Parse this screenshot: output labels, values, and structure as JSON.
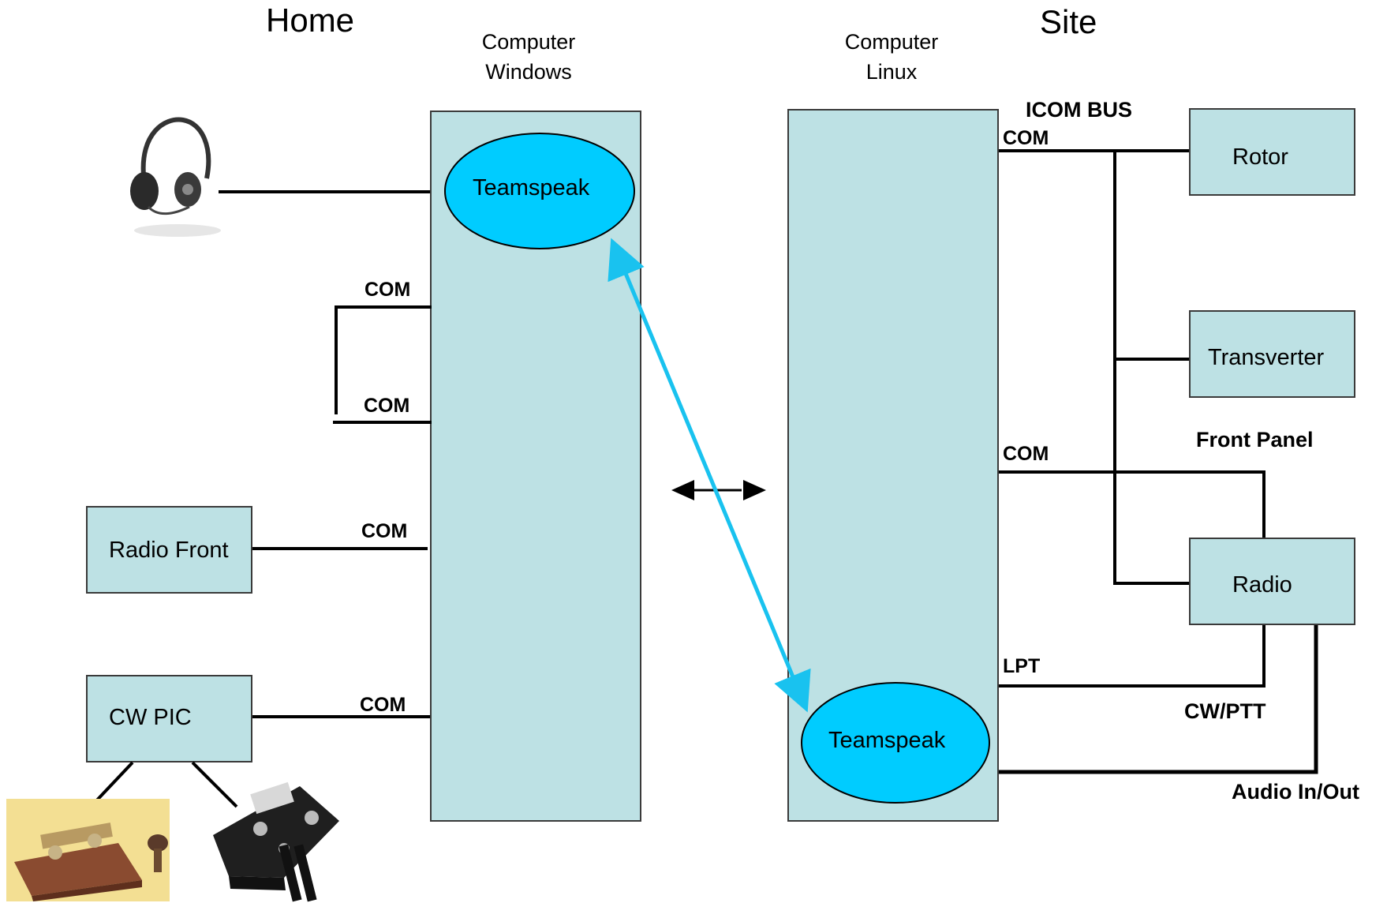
{
  "sections": {
    "home": "Home",
    "site": "Site"
  },
  "computers": {
    "windows": {
      "line1": "Computer",
      "line2": "Windows"
    },
    "linux": {
      "line1": "Computer",
      "line2": "Linux"
    }
  },
  "teamspeak": {
    "home": "Teamspeak",
    "site": "Teamspeak"
  },
  "home_devices": {
    "radio_front": "Radio Front",
    "cw_pic": "CW PIC"
  },
  "site_devices": {
    "rotor": "Rotor",
    "transverter": "Transverter",
    "radio": "Radio"
  },
  "port_labels": {
    "home_com_1": "COM",
    "home_com_2": "COM",
    "home_com_3": "COM",
    "home_com_4": "COM",
    "site_com_1": "COM",
    "site_com_2": "COM",
    "site_lpt": "LPT"
  },
  "bus_labels": {
    "icom_bus": "ICOM BUS",
    "front_panel": "Front Panel",
    "cw_ptt": "CW/PTT",
    "audio": "Audio In/Out"
  },
  "colors": {
    "box_fill": "#bde1e4",
    "teamspeak_fill": "#00ccff",
    "link_arrow": "#19c2ef"
  }
}
